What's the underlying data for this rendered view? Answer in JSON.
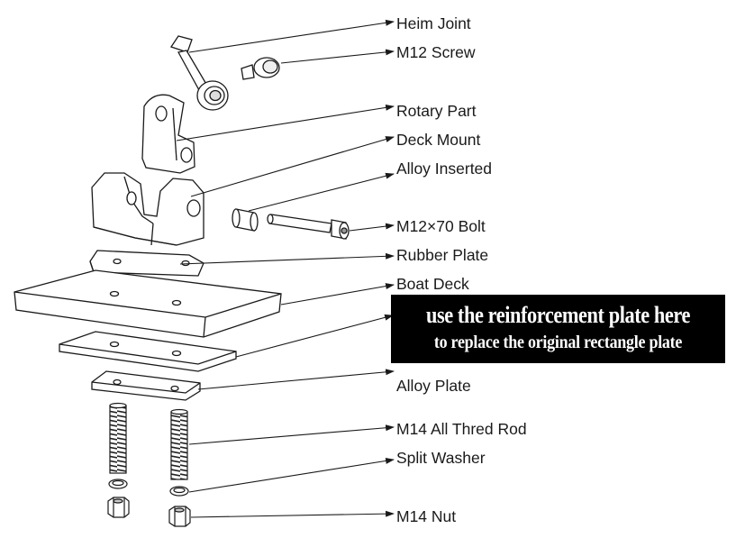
{
  "labels": {
    "heim_joint": "Heim Joint",
    "m12_screw": "M12 Screw",
    "rotary_part": "Rotary Part",
    "deck_mount": "Deck Mount",
    "alloy_inserted": "Alloy Inserted",
    "m12x70_bolt": "M12×70 Bolt",
    "rubber_plate": "Rubber Plate",
    "boat_deck": "Boat Deck",
    "alloy_plate": "Alloy Plate",
    "m14_rod": "M14 All Thred Rod",
    "split_washer": "Split Washer",
    "m14_nut": "M14 Nut"
  },
  "banner": {
    "line1": "use the reinforcement plate here",
    "line2": "to replace the original rectangle plate"
  },
  "colors": {
    "line": "#1a1a1a",
    "part_fill": "#ffffff",
    "shade": "#e6e6e6",
    "banner_bg": "#000000",
    "banner_text": "#ffffff"
  }
}
